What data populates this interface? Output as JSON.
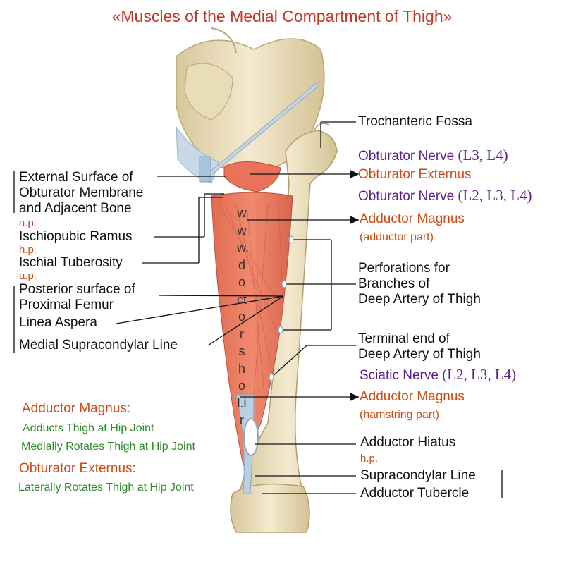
{
  "title": "«Muscles of the Medial Compartment of Thigh»",
  "right_labels": {
    "trochanteric_fossa": "Trochanteric Fossa",
    "obturator_nerve_1_name": "Obturator Nerve",
    "obturator_nerve_1_roots": " (L3, L4)",
    "obturator_externus": "Obturator Externus",
    "obturator_nerve_2_name": "Obturator Nerve",
    "obturator_nerve_2_roots": " (L2, L3, L4)",
    "adductor_magnus_1": "Adductor Magnus",
    "adductor_part": "(adductor part)",
    "perforations_1": "Perforations for",
    "perforations_2": "Branches of",
    "perforations_3": "Deep Artery of Thigh",
    "terminal_1": "Terminal end of",
    "terminal_2": "Deep Artery of Thigh",
    "sciatic_name": "Sciatic Nerve",
    "sciatic_roots": " (L2, L3, L4)",
    "adductor_magnus_2": "Adductor Magnus",
    "hamstring_part": "(hamstring part)",
    "adductor_hiatus": "Adductor Hiatus",
    "hp": "h.p.",
    "supracondylar_line": "Supracondylar Line",
    "adductor_tubercle": "Adductor Tubercle"
  },
  "left_labels": {
    "ext_surface_1": "External Surface of",
    "ext_surface_2": "Obturator Membrane",
    "ext_surface_3": "and Adjacent Bone",
    "ap_1": "a.p.",
    "ischiopubic": "Ischiopubic Ramus",
    "hp": "h.p.",
    "ischial": "Ischial Tuberosity",
    "ap_2": "a.p.",
    "posterior_1": "Posterior surface of",
    "posterior_2": "Proximal Femur",
    "linea_aspera": "Linea Aspera",
    "medial_supracondylar": "Medial Supracondylar Line"
  },
  "actions": {
    "adductor_magnus_heading": "Adductor Magnus:",
    "adductor_magnus_action_1": "Adducts Thigh at Hip Joint",
    "adductor_magnus_action_2": "Medially Rotates Thigh at Hip Joint",
    "obturator_externus_heading": "Obturator Externus:",
    "obturator_externus_action_1": "Laterally Rotates Thigh at Hip Joint"
  },
  "watermark": "www.doctorshol.ir",
  "colors": {
    "title": "#c0392b",
    "muscle": "#e8735a",
    "bone": "#efe3c2",
    "nerve_label": "#5a1f8a",
    "muscle_label": "#d04a12",
    "action_text": "#2e8b2e"
  }
}
